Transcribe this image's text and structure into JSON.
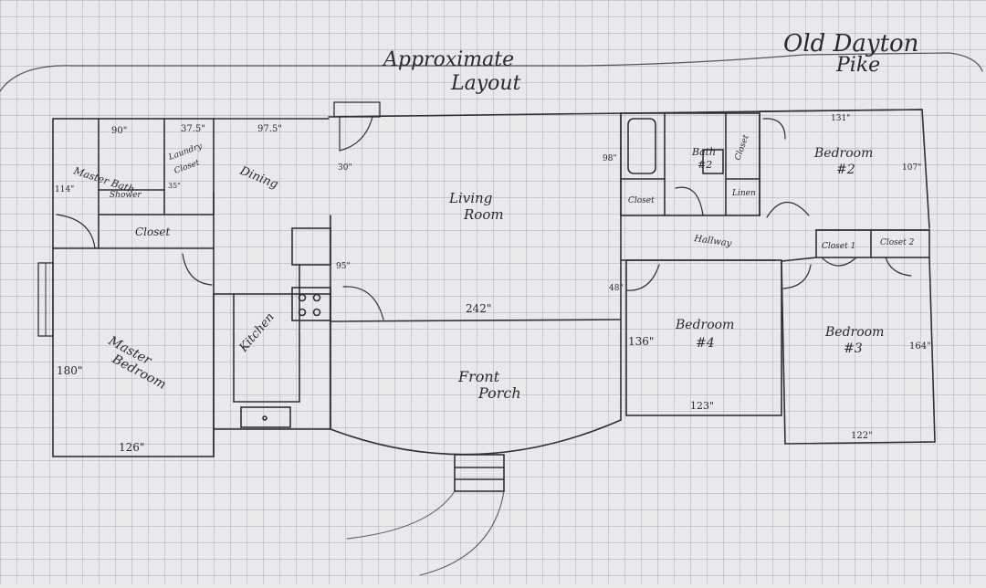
{
  "header": {
    "title_line1": "Approximate",
    "title_line2": "Layout",
    "street_line1": "Old Dayton",
    "street_line2": "Pike"
  },
  "rooms": {
    "master_bath": "Master Bath",
    "laundry_line1": "Laundry",
    "laundry_line2": "Closet",
    "shower": "Shower",
    "closet_main": "Closet",
    "dining": "Dining",
    "living_line1": "Living",
    "living_line2": "Room",
    "kitchen": "Kitchen",
    "master_bed_line1": "Master",
    "master_bed_line2": "Bedroom",
    "front_porch_line1": "Front",
    "front_porch_line2": "Porch",
    "bath2_line1": "Bath",
    "bath2_line2": "#2",
    "closet_small": "Closet",
    "closet_bath": "Closet",
    "linen": "Linen",
    "hallway": "Hallway",
    "bed2_line1": "Bedroom",
    "bed2_line2": "#2",
    "bed4_line1": "Bedroom",
    "bed4_line2": "#4",
    "bed3_line1": "Bedroom",
    "bed3_line2": "#3",
    "closet1": "Closet 1",
    "closet2": "Closet 2"
  },
  "dimensions": {
    "d90": "90\"",
    "d375": "37.5\"",
    "d975": "97.5\"",
    "d114": "114\"",
    "d35": "35\"",
    "d30": "30\"",
    "d95": "95\"",
    "d180": "180\"",
    "d126": "126\"",
    "d242": "242\"",
    "d98": "98\"",
    "d48": "48\"",
    "d136": "136\"",
    "d123": "123\"",
    "d131": "131\"",
    "d107": "107\"",
    "d164": "164\"",
    "d122": "122\""
  }
}
